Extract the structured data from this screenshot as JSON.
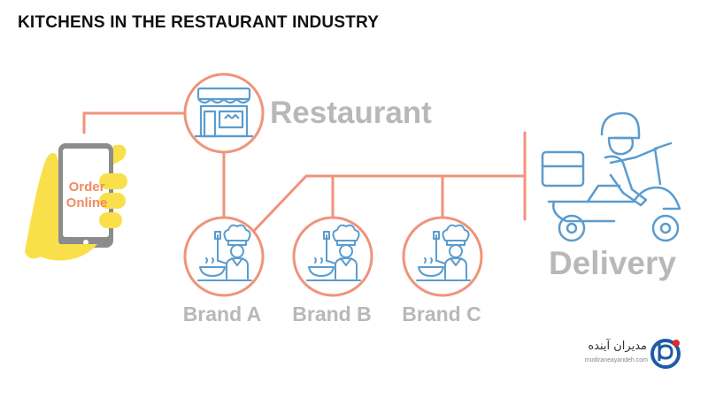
{
  "title": "KITCHENS IN THE RESTAURANT INDUSTRY",
  "nodes": {
    "restaurant": "Restaurant",
    "delivery": "Delivery",
    "brands": [
      "Brand A",
      "Brand B",
      "Brand C"
    ]
  },
  "phone": {
    "line1": "Order",
    "line2": "Online"
  },
  "logo": {
    "name": "مدیران آینده",
    "url": "modiraneayandeh.com"
  },
  "colors": {
    "connector": "#f0937a",
    "icon_blue": "#5a9ccf",
    "label_gray": "#b8b8b8",
    "hand_yellow": "#f9e04b",
    "phone_gray": "#8c8c8c",
    "logo_blue": "#1e5aa8",
    "logo_red": "#e02b2b"
  },
  "icons": {
    "phone": "phone-in-hand-icon",
    "restaurant": "storefront-icon",
    "chef": "chef-cooking-icon",
    "delivery": "delivery-scooter-icon",
    "logo": "brand-logo-icon"
  }
}
